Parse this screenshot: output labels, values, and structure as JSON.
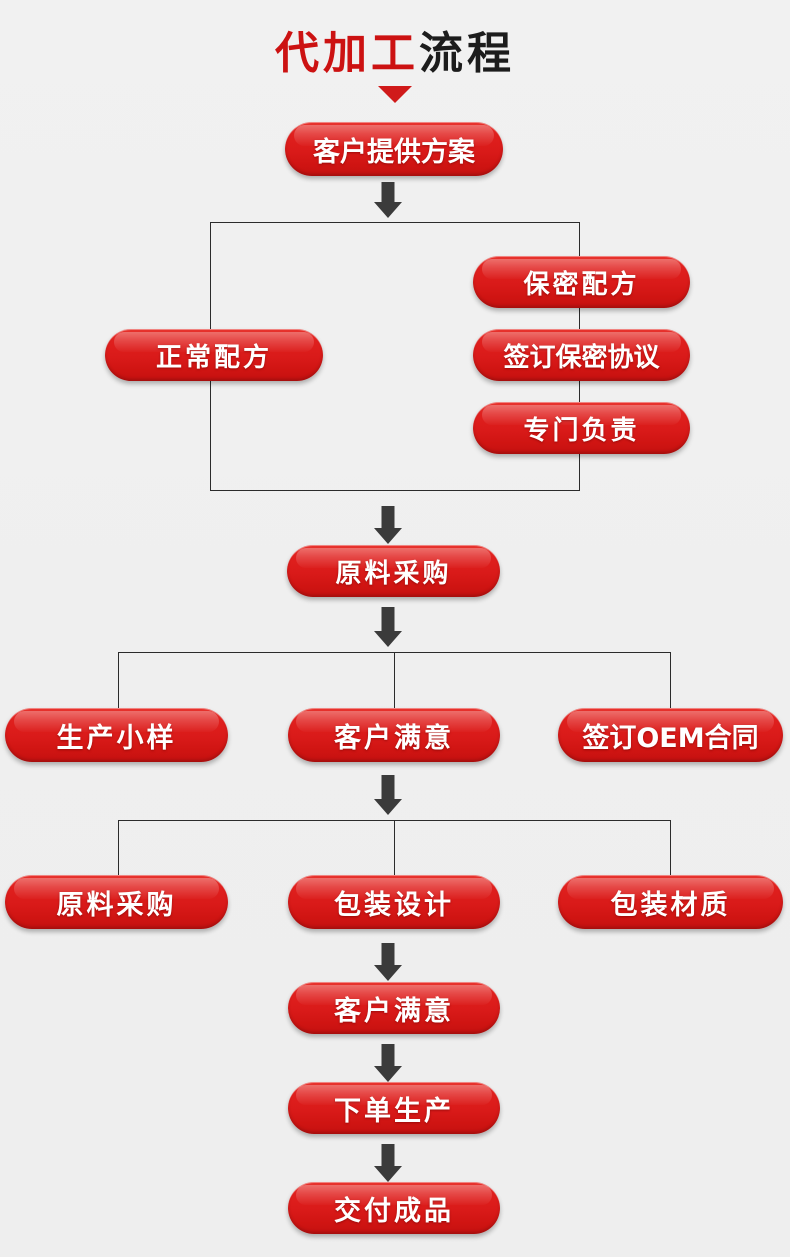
{
  "title": {
    "red_part": "代加工",
    "black_part": "流程",
    "full": "代加工流程",
    "caret_icon": "triangle-down-icon",
    "accent_color": "#cc1212",
    "text_color": "#1c1c1c"
  },
  "theme": {
    "background": "#f0f0f0",
    "pill_red_top": "#e8352f",
    "pill_red_bottom": "#c41110",
    "pill_text": "#ffffff",
    "arrow_color": "#3b3b3b",
    "line_color": "#2b2b2b"
  },
  "nodes": {
    "start": {
      "label": "客户提供方案"
    },
    "normal_formula": {
      "label": "正常配方"
    },
    "secret_formula": {
      "label": "保密配方"
    },
    "sign_nda": {
      "label": "签订保密协议"
    },
    "dedicated_owner": {
      "label": "专门负责"
    },
    "material_purchase_1": {
      "label": "原料采购"
    },
    "produce_sample": {
      "label": "生产小样"
    },
    "customer_satisfied_1": {
      "label": "客户满意"
    },
    "sign_oem_contract": {
      "label": "签订OEM合同"
    },
    "material_purchase_2": {
      "label": "原料采购"
    },
    "package_design": {
      "label": "包装设计"
    },
    "package_material": {
      "label": "包装材质"
    },
    "customer_satisfied_2": {
      "label": "客户满意"
    },
    "place_order_production": {
      "label": "下单生产"
    },
    "deliver_goods": {
      "label": "交付成品"
    }
  },
  "chart_data": {
    "type": "diagram",
    "title": "代加工流程",
    "diagram_kind": "flowchart",
    "direction": "top-to-bottom",
    "steps": [
      {
        "order": 1,
        "label": "客户提供方案",
        "branch": "main"
      },
      {
        "order": 2,
        "label": "正常配方",
        "branch": "left"
      },
      {
        "order": 2,
        "label": "保密配方",
        "branch": "right"
      },
      {
        "order": 3,
        "label": "签订保密协议",
        "branch": "right"
      },
      {
        "order": 4,
        "label": "专门负责",
        "branch": "right"
      },
      {
        "order": 5,
        "label": "原料采购",
        "branch": "main"
      },
      {
        "order": 6,
        "label": "生产小样",
        "branch": "left"
      },
      {
        "order": 6,
        "label": "客户满意",
        "branch": "center"
      },
      {
        "order": 6,
        "label": "签订OEM合同",
        "branch": "right"
      },
      {
        "order": 7,
        "label": "原料采购",
        "branch": "left"
      },
      {
        "order": 7,
        "label": "包装设计",
        "branch": "center"
      },
      {
        "order": 7,
        "label": "包装材质",
        "branch": "right"
      },
      {
        "order": 8,
        "label": "客户满意",
        "branch": "main"
      },
      {
        "order": 9,
        "label": "下单生产",
        "branch": "main"
      },
      {
        "order": 10,
        "label": "交付成品",
        "branch": "main"
      }
    ]
  }
}
